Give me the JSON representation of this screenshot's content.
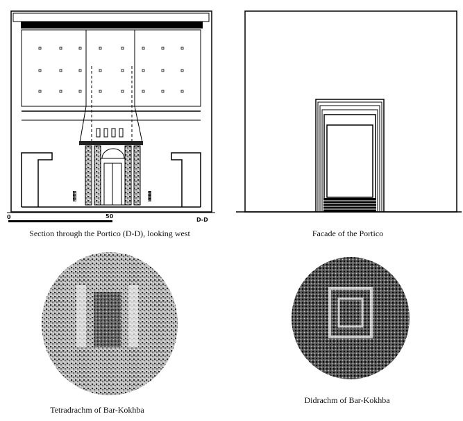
{
  "section_drawing": {
    "caption": "Section through the Portico (D-D), looking west",
    "scale_start": "0",
    "scale_mid": "50",
    "section_label": "D-D"
  },
  "facade_drawing": {
    "caption": "Facade of the Portico"
  },
  "coins": [
    {
      "caption": "Tetradrachm of Bar-Kokhba"
    },
    {
      "caption": "Didrachm of Bar-Kokhba"
    }
  ]
}
